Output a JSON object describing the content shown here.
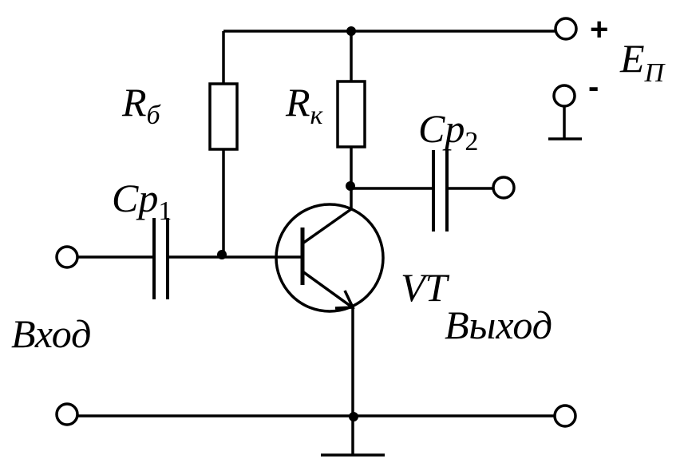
{
  "labels": {
    "rb_main": "R",
    "rb_sub": "б",
    "rk_main": "R",
    "rk_sub": "к",
    "cp1_main": "Cp",
    "cp1_sub": "1",
    "cp2_main": "Cp",
    "cp2_sub": "2",
    "vt": "VT",
    "input": "Вход",
    "output": "Выход",
    "supply_main": "E",
    "supply_sub": "П",
    "plus": "+",
    "minus": "-"
  },
  "colors": {
    "line": "#000000",
    "background": "#ffffff"
  }
}
